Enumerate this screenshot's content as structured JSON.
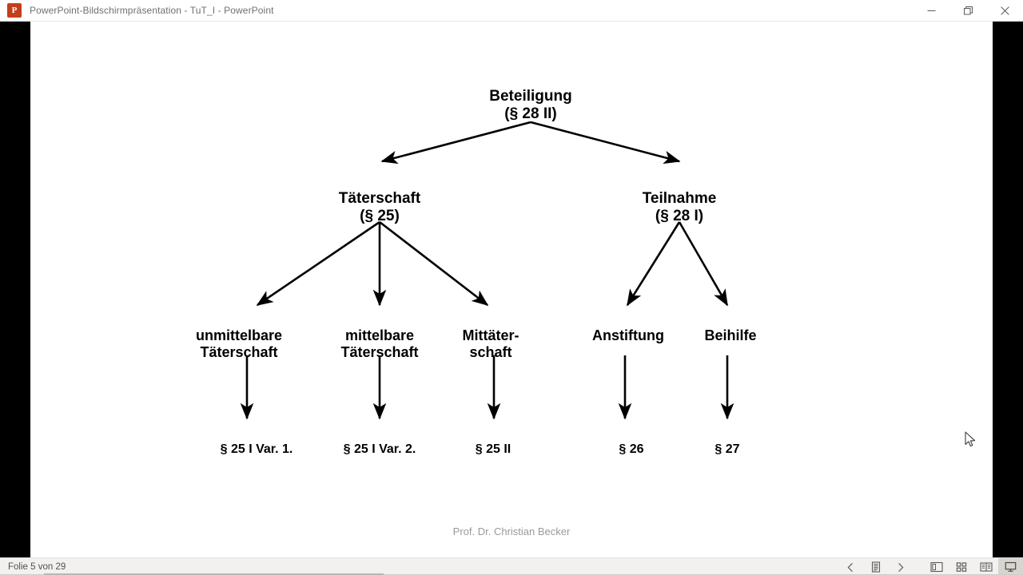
{
  "window": {
    "app_icon": "powerpoint-icon",
    "app_icon_glyph": "P",
    "title": "PowerPoint-Bildschirmpräsentation  -  TuT_I - PowerPoint",
    "accent_color": "#c43e1c",
    "controls": {
      "minimize": "minimize-button",
      "restore": "restore-button",
      "close": "close-button"
    }
  },
  "slide": {
    "background_color": "#ffffff",
    "letterbox_color": "#000000",
    "credit": "Prof. Dr. Christian Becker",
    "credit_color": "#9a9a9a",
    "nodes": [
      {
        "id": "beteiligung",
        "label": "Beteiligung\n(§ 28 II)"
      },
      {
        "id": "taeterschaft",
        "label": "Täterschaft\n(§ 25)"
      },
      {
        "id": "teilnahme",
        "label": "Teilnahme\n(§ 28 I)"
      },
      {
        "id": "unmittelbare",
        "label": "unmittelbare\nTäterschaft"
      },
      {
        "id": "mittelbare",
        "label": "mittelbare\nTäterschaft"
      },
      {
        "id": "mittaeterschaft",
        "label": "Mittäter-\nschaft"
      },
      {
        "id": "anstiftung",
        "label": "Anstiftung"
      },
      {
        "id": "beihilfe",
        "label": "Beihilfe"
      },
      {
        "id": "para-25-i-var-1",
        "label": "§ 25 I Var. 1."
      },
      {
        "id": "para-25-i-var-2",
        "label": "§ 25 I Var. 2."
      },
      {
        "id": "para-25-ii",
        "label": "§ 25 II"
      },
      {
        "id": "para-26",
        "label": "§ 26"
      },
      {
        "id": "para-27",
        "label": "§ 27"
      }
    ]
  },
  "statusbar": {
    "slide_counter": "Folie 5 von 29",
    "buttons": [
      {
        "id": "previous-slide",
        "icon": "chevron-left-icon",
        "active": false
      },
      {
        "id": "notes",
        "icon": "notes-icon",
        "active": false
      },
      {
        "id": "next-slide",
        "icon": "chevron-right-icon",
        "active": false
      },
      {
        "id": "normal-view",
        "icon": "normal-view-icon",
        "active": false
      },
      {
        "id": "slide-sorter",
        "icon": "grid-icon",
        "active": false
      },
      {
        "id": "reading-view",
        "icon": "book-icon",
        "active": false
      },
      {
        "id": "slideshow-view",
        "icon": "screen-icon",
        "active": true
      }
    ]
  },
  "cursor": {
    "icon": "arrow-cursor"
  }
}
